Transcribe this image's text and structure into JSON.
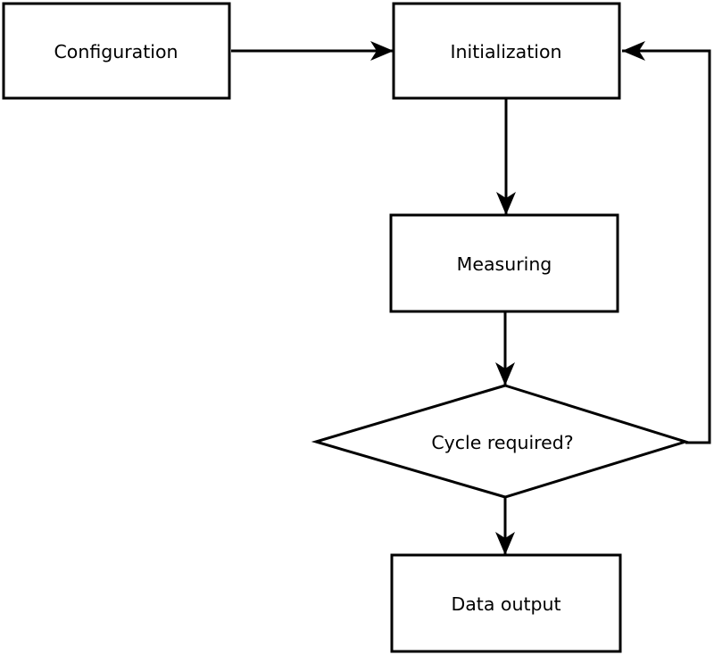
{
  "diagram": {
    "type": "flowchart",
    "colors": {
      "background": "#ffffff",
      "stroke": "#000000",
      "text": "#000000"
    },
    "nodes": {
      "configuration": {
        "shape": "rectangle",
        "label": "Configuration"
      },
      "initialization": {
        "shape": "rectangle",
        "label": "Initialization"
      },
      "measuring": {
        "shape": "rectangle",
        "label": "Measuring"
      },
      "cycle_required": {
        "shape": "diamond",
        "label": "Cycle required?"
      },
      "data_output": {
        "shape": "rectangle",
        "label": "Data output"
      }
    },
    "edges": [
      {
        "from": "configuration",
        "to": "initialization",
        "style": "arrow",
        "route": "horizontal-right"
      },
      {
        "from": "initialization",
        "to": "measuring",
        "style": "arrow",
        "route": "vertical-down"
      },
      {
        "from": "measuring",
        "to": "cycle_required",
        "style": "arrow",
        "route": "vertical-down"
      },
      {
        "from": "cycle_required",
        "to": "data_output",
        "style": "arrow",
        "route": "vertical-down"
      },
      {
        "from": "cycle_required",
        "to": "initialization",
        "style": "arrow",
        "route": "right-edge-feedback-loop"
      }
    ]
  }
}
